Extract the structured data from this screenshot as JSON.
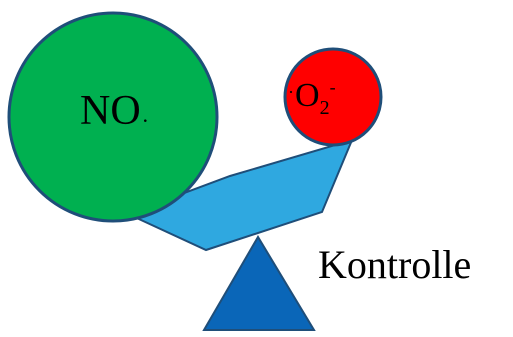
{
  "nodes": {
    "no": {
      "text": "NO",
      "dot": "·",
      "color": "#00b050"
    },
    "o2": {
      "dot": "·",
      "text": "O",
      "sub": "2",
      "sup": "-",
      "color": "#ff0000"
    }
  },
  "balance": {
    "beam_color": "#2fa8e0",
    "base_color": "#0a66b8",
    "label": "Kontrolle"
  }
}
